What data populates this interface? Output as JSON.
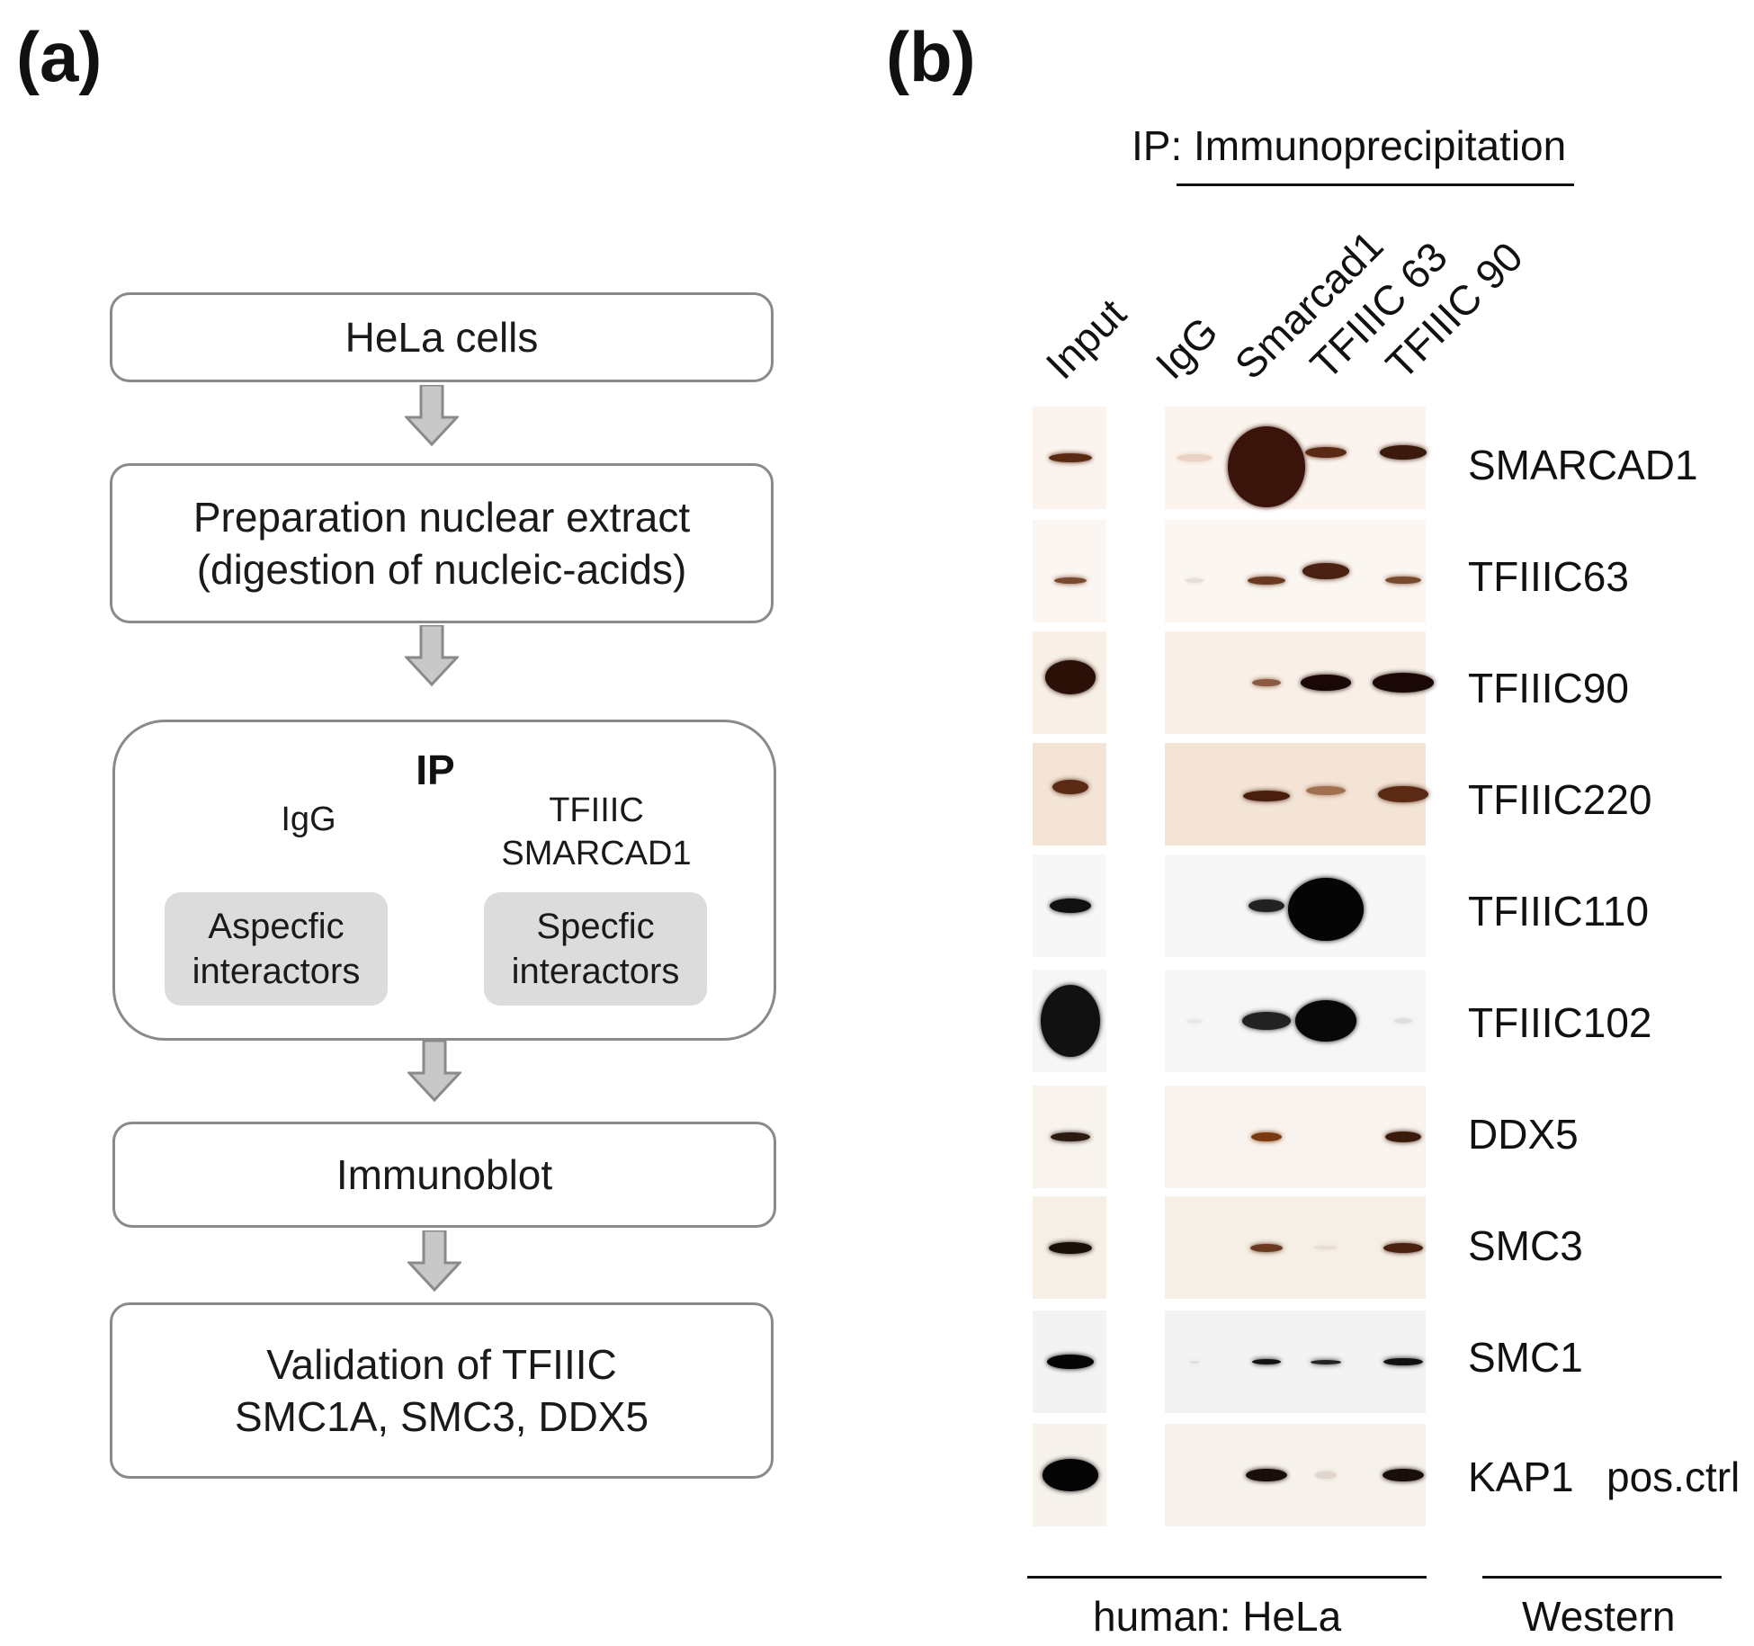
{
  "panel_a": {
    "label": "(a)",
    "steps": [
      {
        "text": "HeLa cells"
      },
      {
        "text": "Preparation nuclear extract\n(digestion of nucleic-acids)"
      },
      {
        "text": "Immunoblot"
      },
      {
        "text": "Validation of TFIIIC\nSMC1A, SMC3, DDX5"
      }
    ],
    "ip": {
      "title": "IP",
      "left_label": "IgG",
      "right_label": "TFIIIC\nSMARCAD1",
      "left_box": "Aspecfic\ninteractors",
      "right_box": "Specfic\ninteractors"
    }
  },
  "panel_b": {
    "label": "(b)",
    "ip_header": "IP: Immunoprecipitation",
    "columns": [
      "Input",
      "IgG",
      "Smarcad1",
      "TFIIIC 63",
      "TFIIIC 90"
    ],
    "proteins": [
      "SMARCAD1",
      "TFIIIC63",
      "TFIIIC90",
      "TFIIIC220",
      "TFIIIC110",
      "TFIIIC102",
      "DDX5",
      "SMC3",
      "SMC1",
      "KAP1"
    ],
    "pos_ctrl": "pos.ctrl",
    "footer_left": "human: HeLa",
    "footer_right": "Western"
  }
}
